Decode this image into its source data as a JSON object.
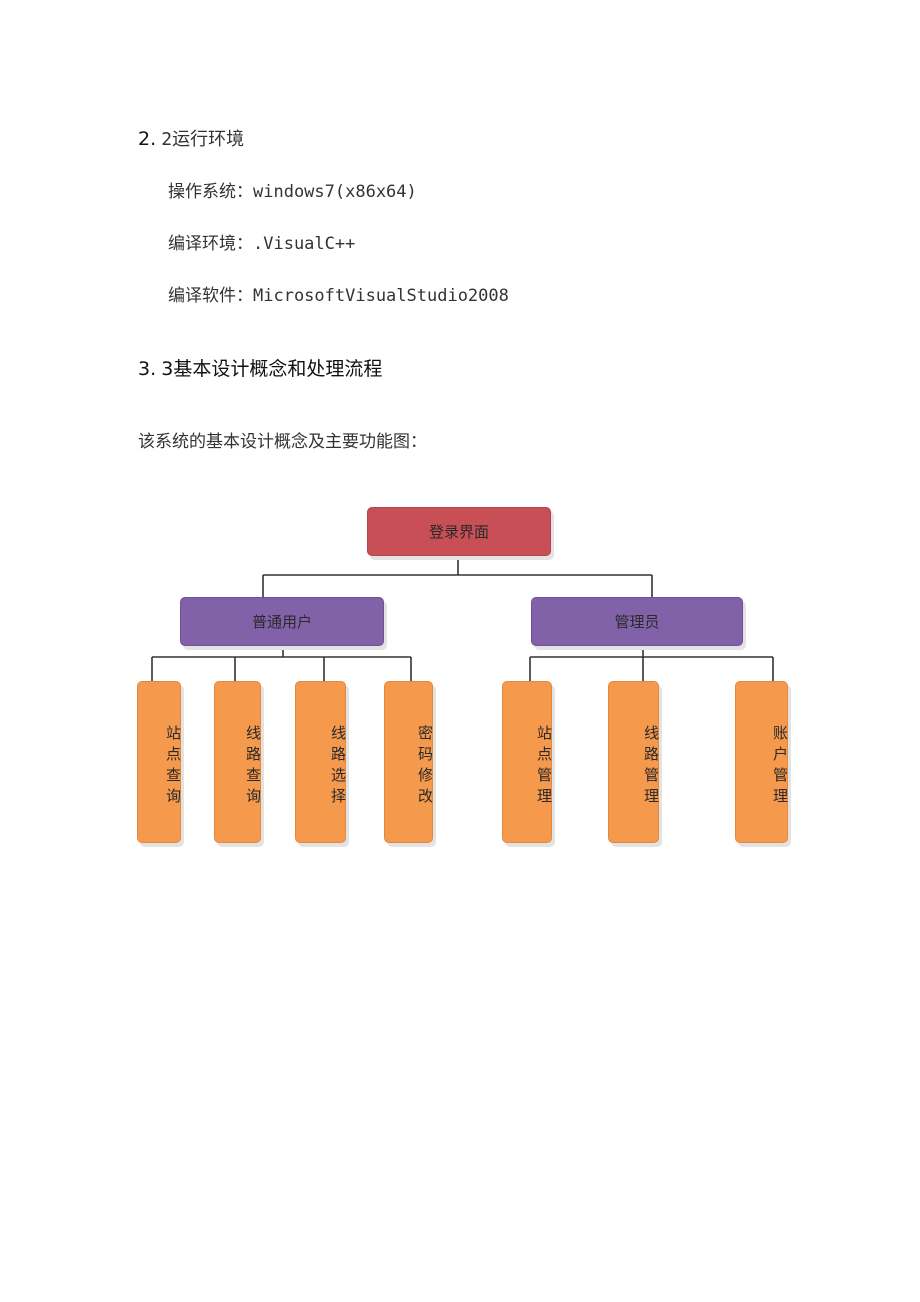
{
  "section_2_2": {
    "number": "2.",
    "title": "2运行环境",
    "os_line": "操作系统：windows7(x86x64)",
    "compile_env_line": "编译环境：.VisualC++",
    "compile_soft_line": "编译软件：MicrosoftVisualStudio2008"
  },
  "section_3_3": {
    "number": "3.",
    "title": "3基本设计概念和处理流程",
    "intro": "该系统的基本设计概念及主要功能图："
  },
  "diagram": {
    "root": "登录界面",
    "user_group": {
      "label": "普通用户",
      "children": [
        "站点查询",
        "线路查询",
        "线路选择",
        "密码修改"
      ]
    },
    "admin_group": {
      "label": "管理员",
      "children": [
        "站点管理",
        "线路管理",
        "账户管理"
      ]
    },
    "colors": {
      "root": "#c84f56",
      "group": "#8162a8",
      "leaf": "#f5994d",
      "connector": "#333333"
    }
  }
}
